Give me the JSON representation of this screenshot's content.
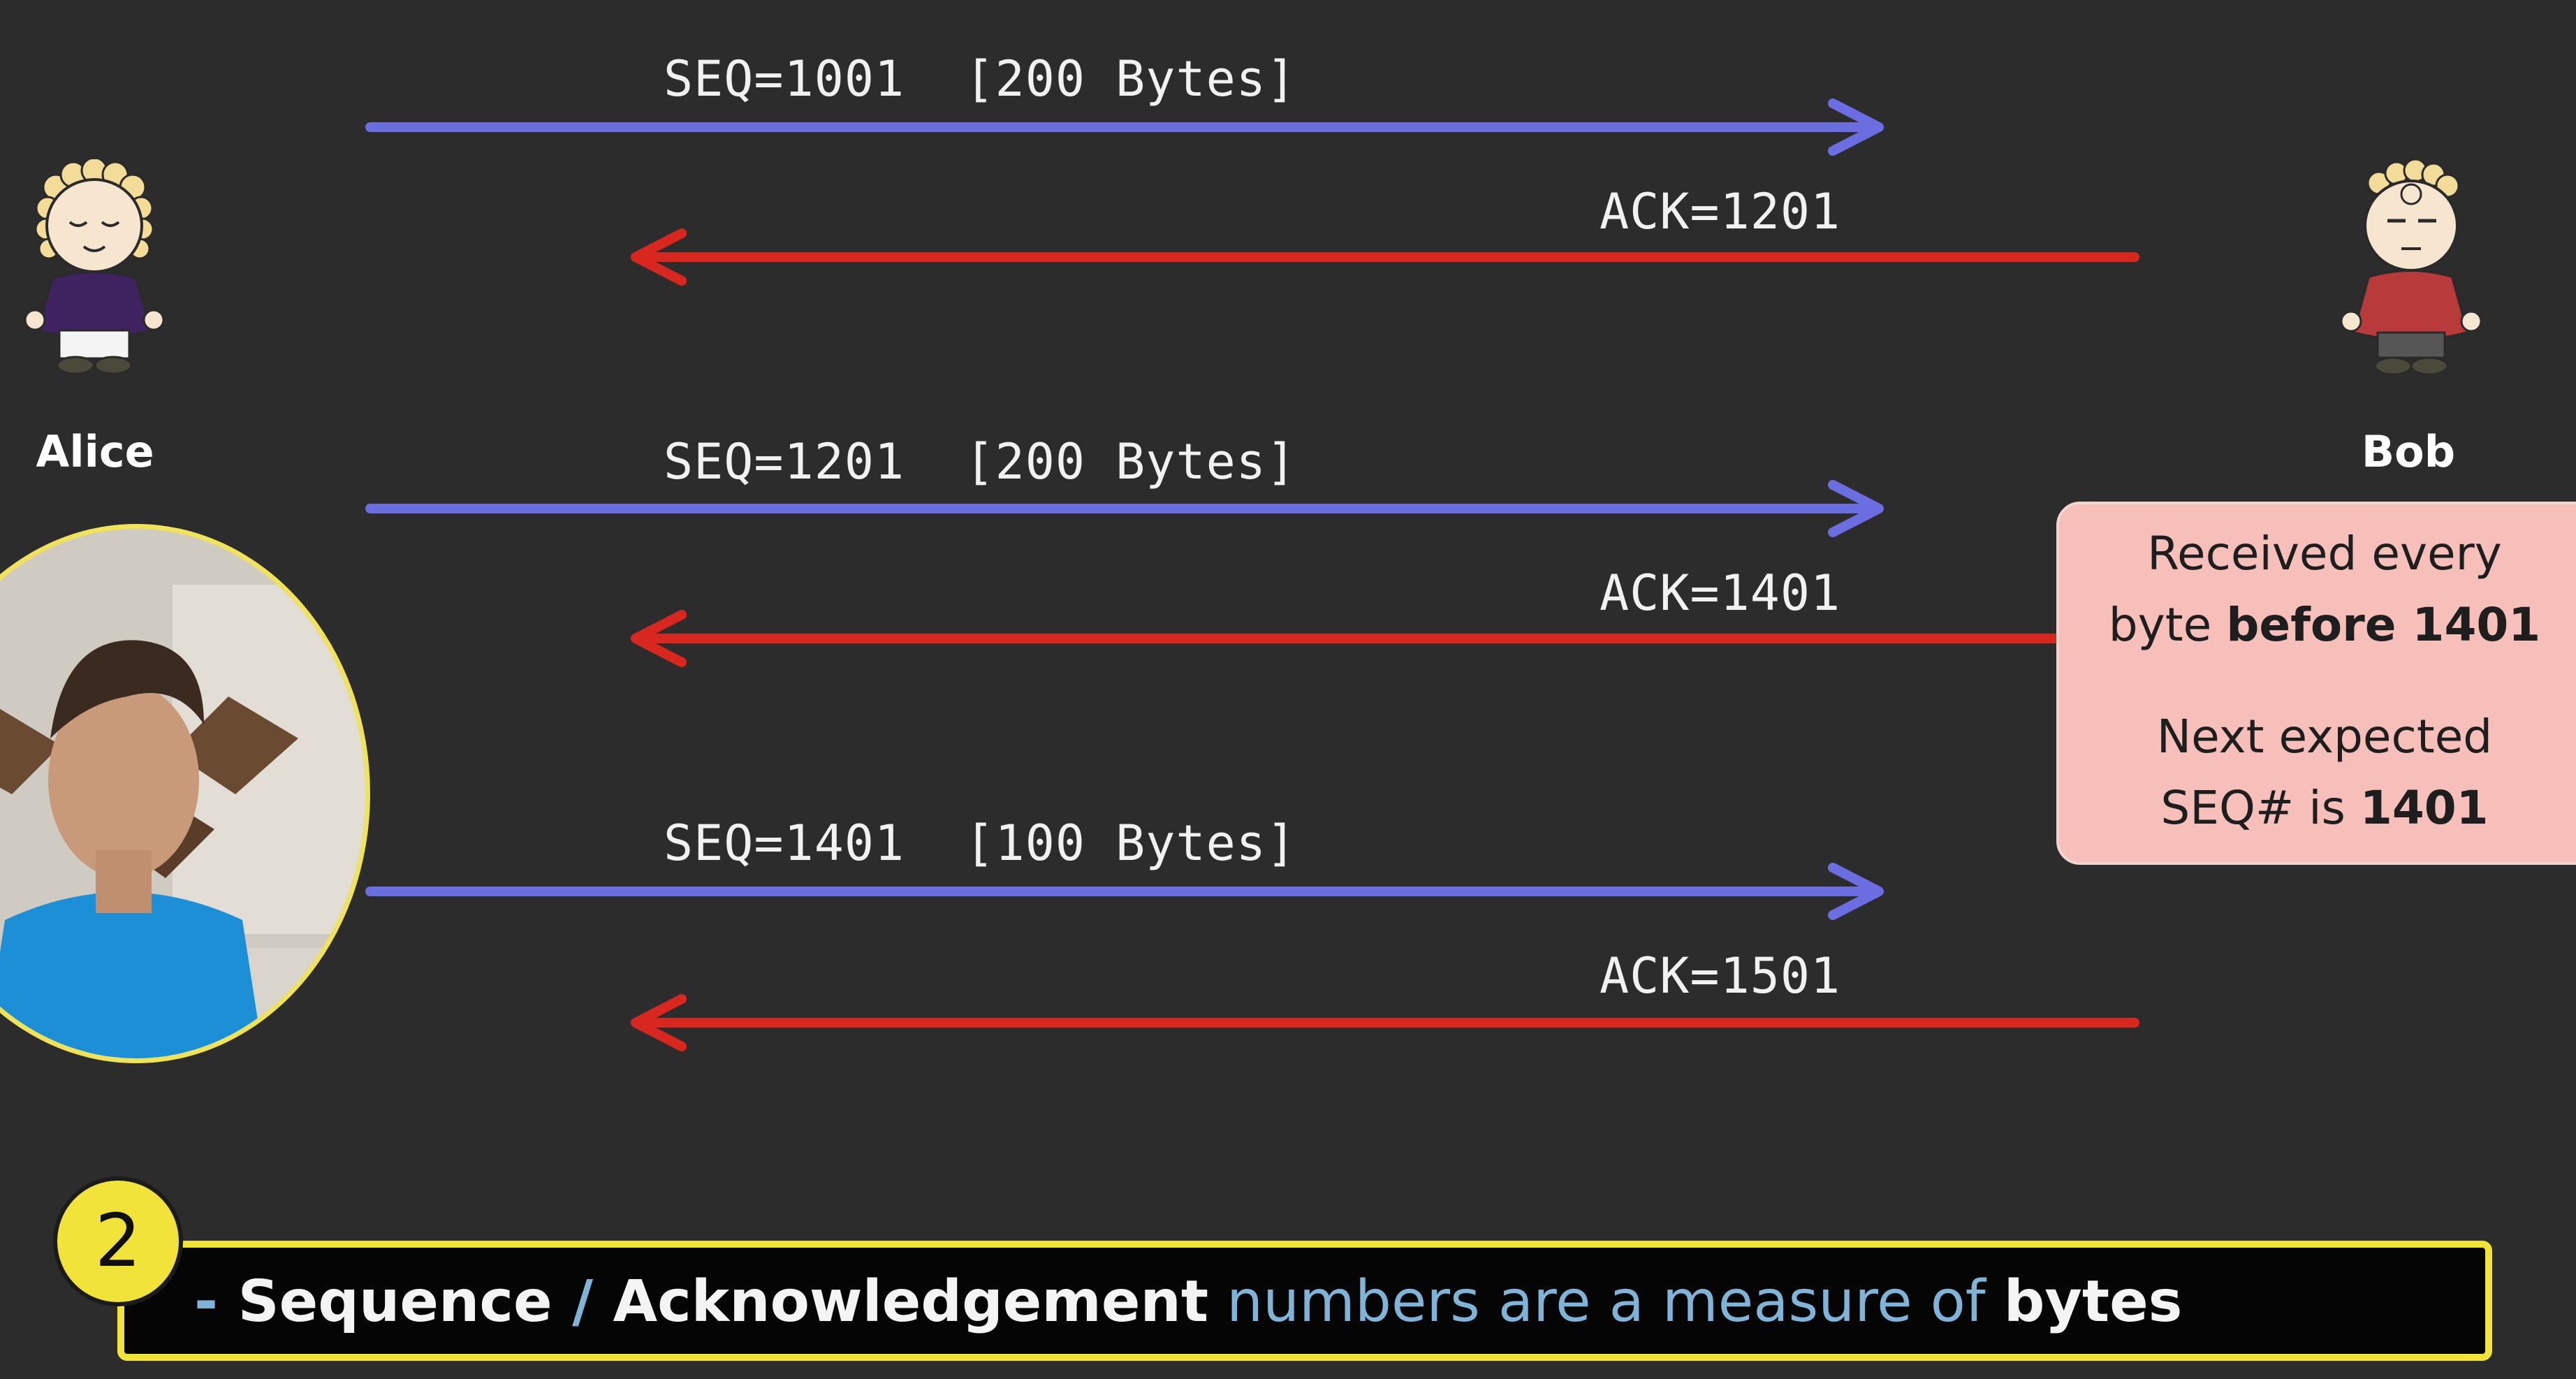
{
  "participants": {
    "alice": {
      "name": "Alice",
      "shirt_color": "#3e2360"
    },
    "bob": {
      "name": "Bob",
      "shirt_color": "#b83a3a"
    }
  },
  "messages": [
    {
      "direction": "alice-to-bob",
      "label": "SEQ=1001  [200 Bytes]",
      "color": "#6a6ee0"
    },
    {
      "direction": "bob-to-alice",
      "label": "ACK=1201",
      "color": "#d8271f"
    },
    {
      "direction": "alice-to-bob",
      "label": "SEQ=1201  [200 Bytes]",
      "color": "#6a6ee0"
    },
    {
      "direction": "bob-to-alice",
      "label": "ACK=1401",
      "color": "#d8271f"
    },
    {
      "direction": "alice-to-bob",
      "label": "SEQ=1401  [100 Bytes]",
      "color": "#6a6ee0"
    },
    {
      "direction": "bob-to-alice",
      "label": "ACK=1501",
      "color": "#d8271f"
    }
  ],
  "annotation": {
    "line1": "Received every",
    "line2_prefix": "byte ",
    "line2_bold": "before 1401",
    "line3": "Next expected",
    "line4_prefix": "SEQ# is ",
    "line4_bold": "1401",
    "background": "#f7bfba"
  },
  "caption": {
    "step_number": "2",
    "dash": "- ",
    "term1": "Sequence",
    "slash": " / ",
    "term2": "Acknowledgement",
    "middle": " numbers are a measure of ",
    "term3": "bytes",
    "highlight_color": "#f2e33b",
    "accent_color": "#7fb3d8"
  }
}
